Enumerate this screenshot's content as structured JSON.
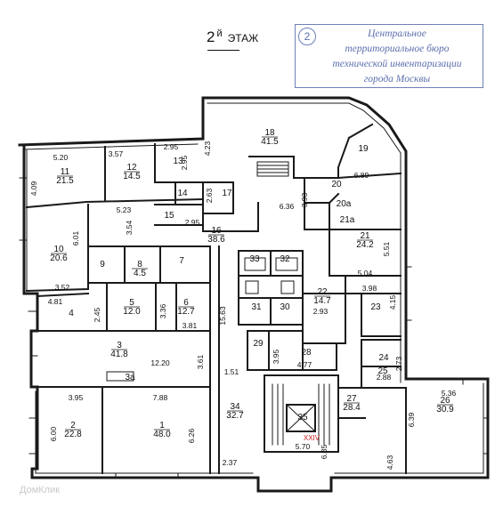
{
  "header": {
    "floor_number": "2",
    "floor_suffix": "й",
    "floor_word": "ЭТАЖ"
  },
  "stamp": {
    "number": "2",
    "lines": [
      "Центральное",
      "территориальное бюро",
      "технической инвентаризации",
      "города Москвы"
    ]
  },
  "rooms": [
    {
      "id": "r18",
      "number": "18",
      "area": "41.5"
    },
    {
      "id": "r19",
      "number": "19",
      "area": ""
    },
    {
      "id": "r20",
      "number": "20",
      "area": ""
    },
    {
      "id": "r20a",
      "number": "20а",
      "area": ""
    },
    {
      "id": "r21a",
      "number": "21а",
      "area": ""
    },
    {
      "id": "r21",
      "number": "21",
      "area": "24.2"
    },
    {
      "id": "r11",
      "number": "11",
      "area": "21.5"
    },
    {
      "id": "r12",
      "number": "12",
      "area": "14.5"
    },
    {
      "id": "r13",
      "number": "13",
      "area": ""
    },
    {
      "id": "r14",
      "number": "14",
      "area": ""
    },
    {
      "id": "r15",
      "number": "15",
      "area": ""
    },
    {
      "id": "r17",
      "number": "17",
      "area": ""
    },
    {
      "id": "r16",
      "number": "16",
      "area": "38.6"
    },
    {
      "id": "r10",
      "number": "10",
      "area": "20.6"
    },
    {
      "id": "r9",
      "number": "9",
      "area": ""
    },
    {
      "id": "r8",
      "number": "8",
      "area": "4.5"
    },
    {
      "id": "r7",
      "number": "7",
      "area": ""
    },
    {
      "id": "r4",
      "number": "4",
      "area": ""
    },
    {
      "id": "r5",
      "number": "5",
      "area": "12.0"
    },
    {
      "id": "r6",
      "number": "6",
      "area": "12.7"
    },
    {
      "id": "r33",
      "number": "33",
      "area": ""
    },
    {
      "id": "r32",
      "number": "32",
      "area": ""
    },
    {
      "id": "r31",
      "number": "31",
      "area": ""
    },
    {
      "id": "r30",
      "number": "30",
      "area": ""
    },
    {
      "id": "r22",
      "number": "22",
      "area": "14.7"
    },
    {
      "id": "r23",
      "number": "23",
      "area": ""
    },
    {
      "id": "r24",
      "number": "24",
      "area": ""
    },
    {
      "id": "r25",
      "number": "25",
      "area": ""
    },
    {
      "id": "r3",
      "number": "3",
      "area": "41.8"
    },
    {
      "id": "r3a",
      "number": "3а",
      "area": ""
    },
    {
      "id": "r29",
      "number": "29",
      "area": ""
    },
    {
      "id": "r28",
      "number": "28",
      "area": ""
    },
    {
      "id": "r27",
      "number": "27",
      "area": "28.4"
    },
    {
      "id": "r26",
      "number": "26",
      "area": "30.9"
    },
    {
      "id": "r2",
      "number": "2",
      "area": "22.8"
    },
    {
      "id": "r1",
      "number": "1",
      "area": "48.0"
    },
    {
      "id": "r34",
      "number": "34",
      "area": "32.7"
    },
    {
      "id": "r35",
      "number": "35",
      "area": ""
    }
  ],
  "dimensions": [
    {
      "id": "d1",
      "text": "5.20"
    },
    {
      "id": "d2",
      "text": "3.57"
    },
    {
      "id": "d3",
      "text": "2.95"
    },
    {
      "id": "d4",
      "text": "2.95"
    },
    {
      "id": "d5",
      "text": "4.09"
    },
    {
      "id": "d6",
      "text": "4.23"
    },
    {
      "id": "d7",
      "text": "6.89"
    },
    {
      "id": "d8",
      "text": "3.93"
    },
    {
      "id": "d9",
      "text": "6.36"
    },
    {
      "id": "d10",
      "text": "2.63"
    },
    {
      "id": "d11",
      "text": "5.23"
    },
    {
      "id": "d12",
      "text": "3.54"
    },
    {
      "id": "d13",
      "text": "2.95"
    },
    {
      "id": "d14",
      "text": "6.01"
    },
    {
      "id": "d15",
      "text": "5.51"
    },
    {
      "id": "d16",
      "text": "5.04"
    },
    {
      "id": "d17",
      "text": "3.52"
    },
    {
      "id": "d18",
      "text": "3.98"
    },
    {
      "id": "d19",
      "text": "4.15"
    },
    {
      "id": "d20",
      "text": "4.81"
    },
    {
      "id": "d21",
      "text": "2.45"
    },
    {
      "id": "d22",
      "text": "3.36"
    },
    {
      "id": "d23",
      "text": "15.63"
    },
    {
      "id": "d24",
      "text": "2.93"
    },
    {
      "id": "d25",
      "text": "3.81"
    },
    {
      "id": "d26",
      "text": "3.95"
    },
    {
      "id": "d27",
      "text": "4.77"
    },
    {
      "id": "d28",
      "text": "2.73"
    },
    {
      "id": "d29",
      "text": "12.20"
    },
    {
      "id": "d30",
      "text": "3.61"
    },
    {
      "id": "d31",
      "text": "1.51"
    },
    {
      "id": "d32",
      "text": "2.88"
    },
    {
      "id": "d33",
      "text": "3.95"
    },
    {
      "id": "d34",
      "text": "7.88"
    },
    {
      "id": "d35",
      "text": "5.36"
    },
    {
      "id": "d36",
      "text": "6.39"
    },
    {
      "id": "d37",
      "text": "6.00"
    },
    {
      "id": "d38",
      "text": "6.26"
    },
    {
      "id": "d39",
      "text": "5.70"
    },
    {
      "id": "d40",
      "text": "6.85"
    },
    {
      "id": "d41",
      "text": "4.63"
    },
    {
      "id": "d42",
      "text": "2.37"
    }
  ],
  "marks": {
    "section_roman": "XXIV"
  },
  "watermark": {
    "text": "ДомКлик"
  },
  "colors": {
    "line": "#1a1a1a",
    "stamp": "#5d6fae",
    "accent_red": "#cc2222"
  }
}
